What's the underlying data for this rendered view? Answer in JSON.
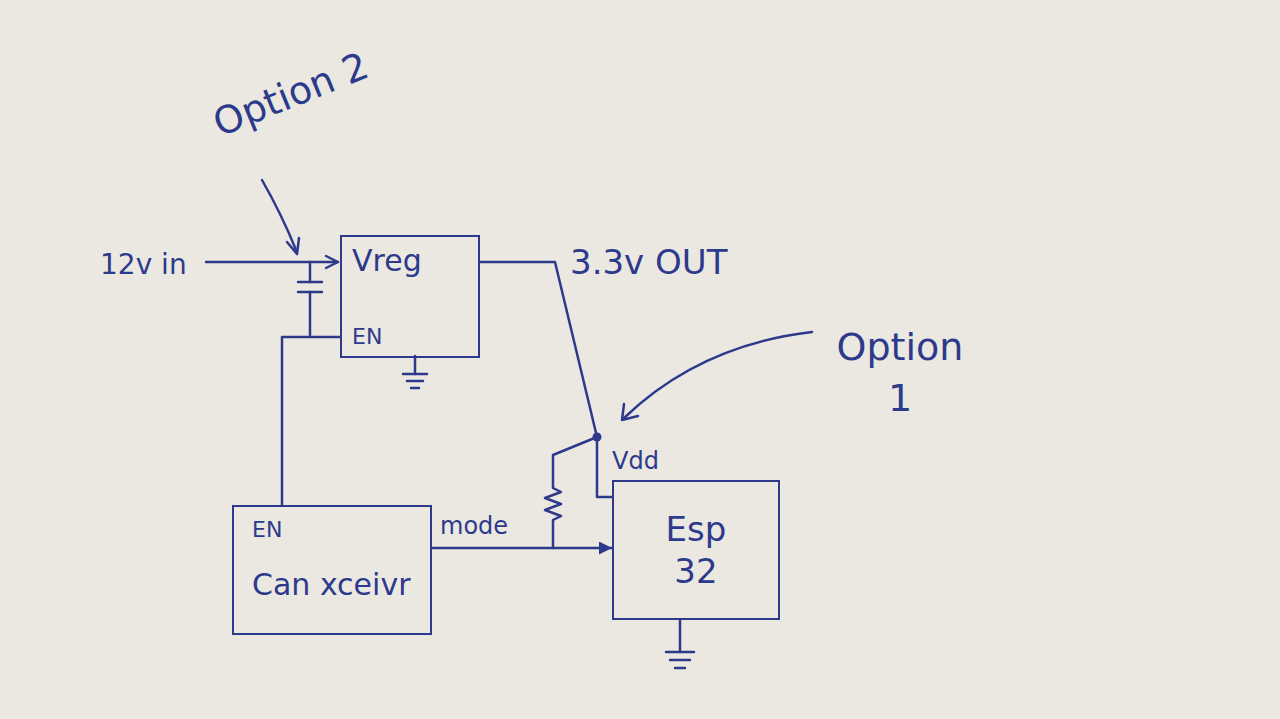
{
  "diagram": {
    "nodes": [
      {
        "text": [
          "Vreg",
          "EN"
        ]
      },
      {
        "text": [
          "EN",
          "Can xceivr"
        ]
      },
      {
        "text": [
          "Esp 32"
        ]
      }
    ],
    "edges": [
      {
        "from": 0,
        "to": 2,
        "arrow": "none"
      },
      {
        "from": 1,
        "to": 0,
        "arrow": "none"
      },
      {
        "from": 1,
        "to": 2,
        "arrow": "to",
        "label": "mode"
      }
    ],
    "labels": [
      "Option 2",
      "12v in",
      "3.3v OUT",
      "Option 1",
      "Vdd"
    ]
  }
}
